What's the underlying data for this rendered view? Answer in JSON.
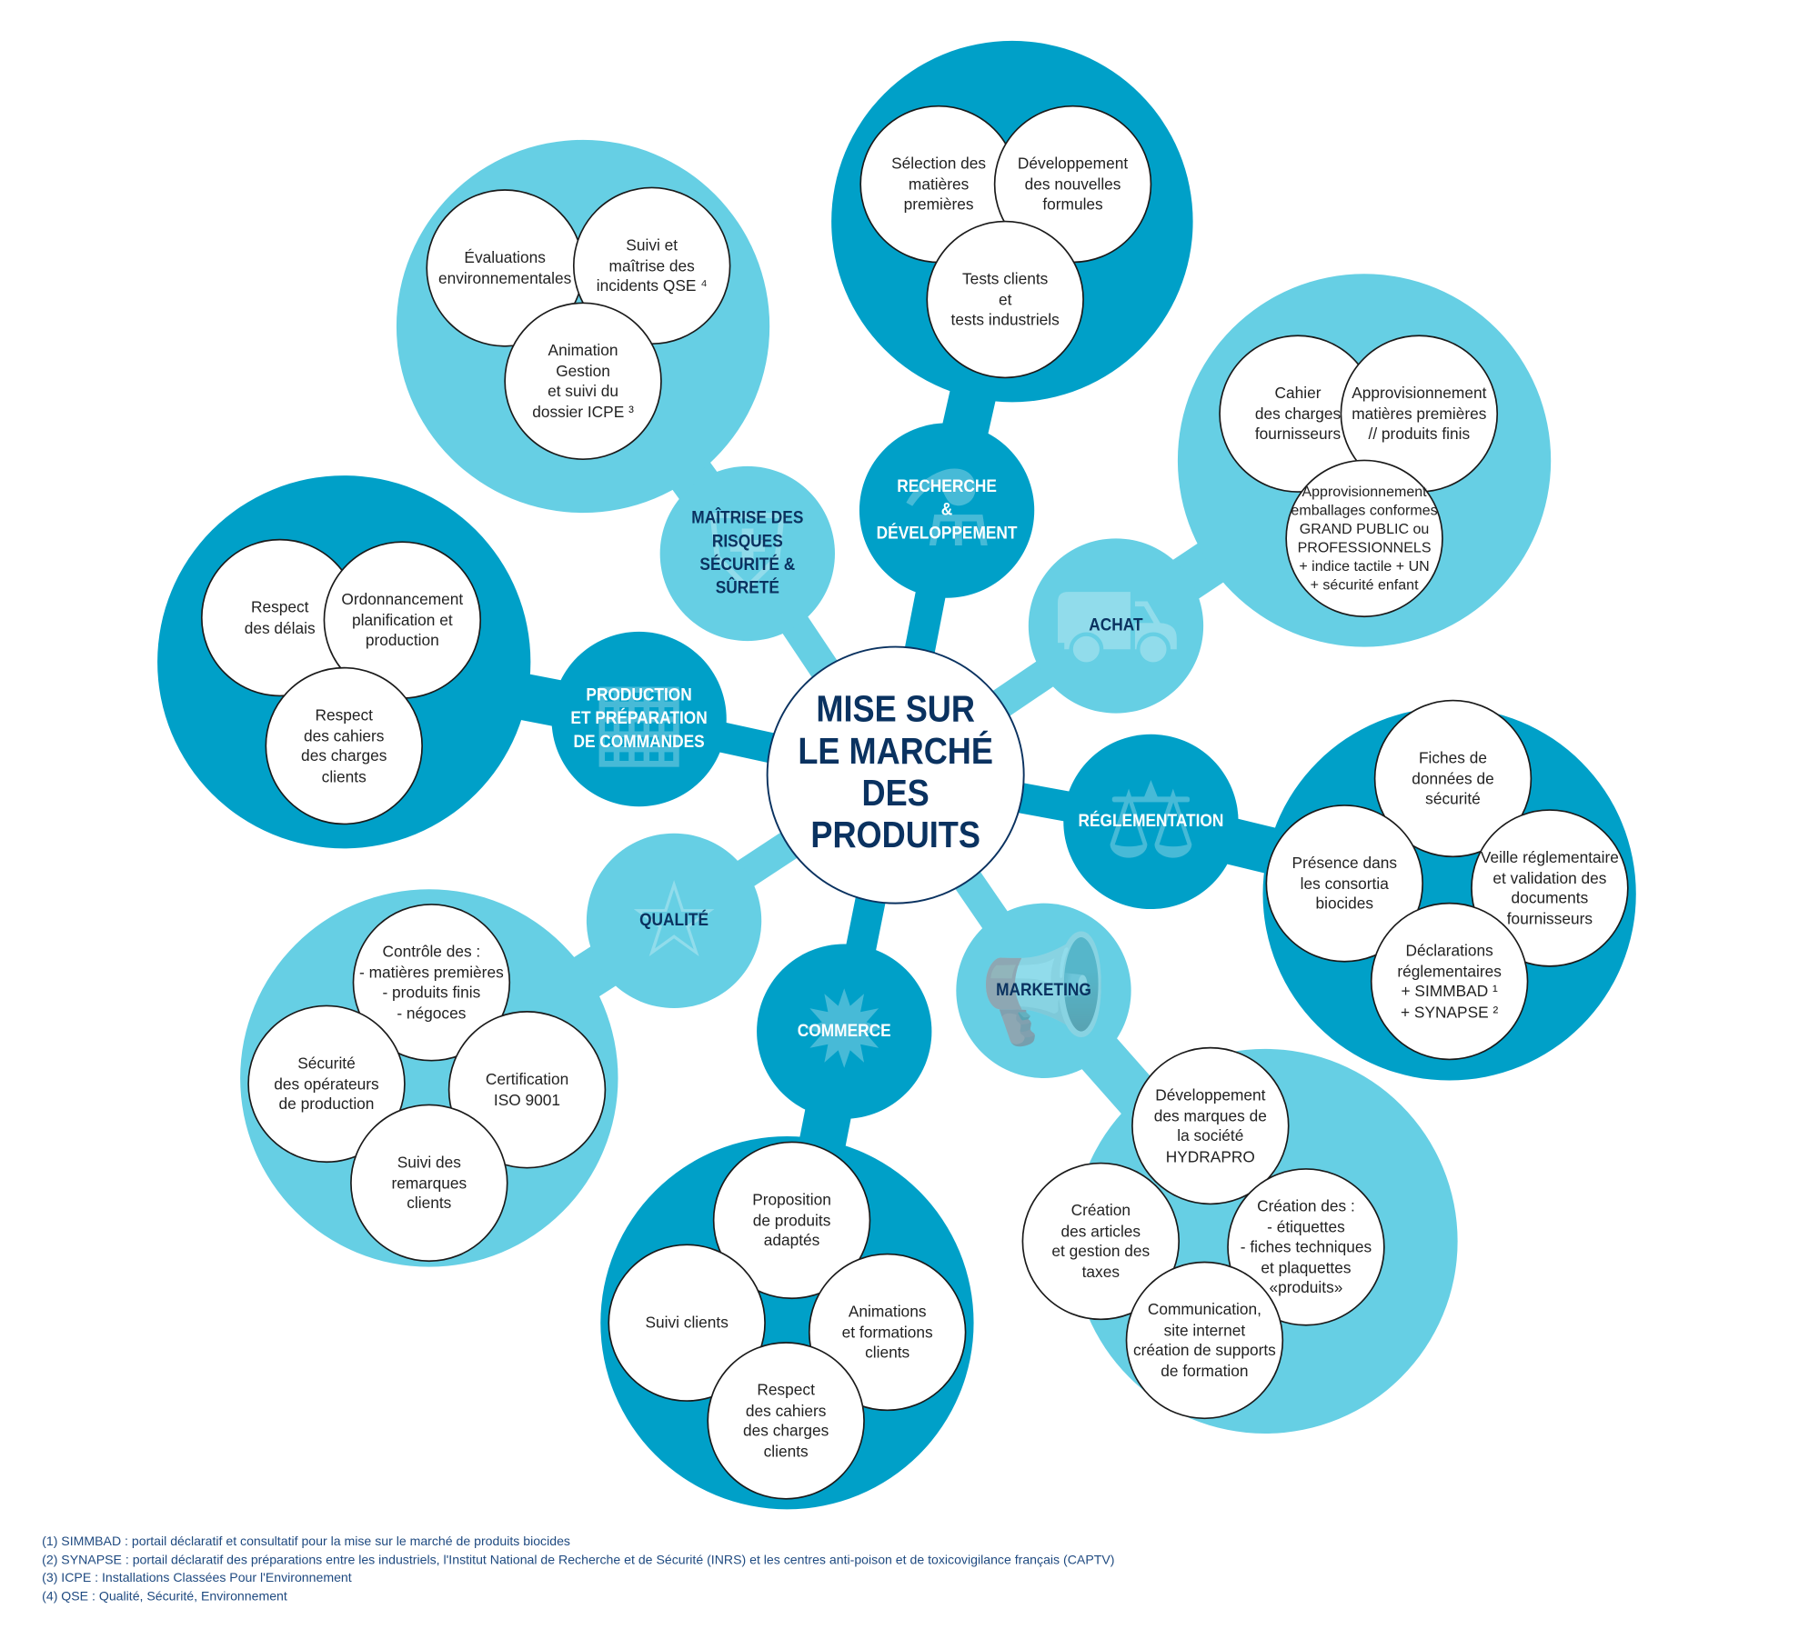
{
  "center": {
    "title": "MISE SUR\nLE MARCHÉ\nDES PRODUITS"
  },
  "colors": {
    "dark": "#00a0c8",
    "light": "#66cfe4",
    "navy": "#0a3260"
  },
  "branches": [
    {
      "id": "maitrise",
      "label": "MAÎTRISE DES\nRISQUES\nSÉCURITÉ & SÛRETÉ",
      "tone": "light",
      "icon": "shield-icon",
      "items": [
        "Évaluations\nenvironnementales",
        "Suivi et\nmaîtrise des\nincidents QSE ⁴",
        "Animation\nGestion\net suivi du\ndossier ICPE ³"
      ]
    },
    {
      "id": "recherche",
      "label": "RECHERCHE\n&\nDÉVELOPPEMENT",
      "tone": "dark",
      "icon": "flask-icon",
      "items": [
        "Sélection des\nmatières\npremières",
        "Développement\ndes nouvelles\nformules",
        "Tests clients\net\ntests industriels"
      ]
    },
    {
      "id": "achat",
      "label": "ACHAT",
      "tone": "light",
      "icon": "cart-icon",
      "items": [
        "Cahier\ndes charges\nfournisseurs",
        "Approvisionnement\nmatières premières\n// produits finis",
        "Approvisionnement\nemballages conformes\nGRAND PUBLIC ou\nPROFESSIONNELS\n+ indice tactile + UN\n+ sécurité enfant"
      ]
    },
    {
      "id": "reglementation",
      "label": "RÉGLEMENTATION",
      "tone": "dark",
      "icon": "scales-icon",
      "items": [
        "Fiches de\ndonnées de\nsécurité",
        "Présence dans\nles consortia\nbiocides",
        "Veille réglementaire\net validation des\ndocuments\nfournisseurs",
        "Déclarations\nréglementaires\n+ SIMMBAD ¹\n+ SYNAPSE ²"
      ]
    },
    {
      "id": "marketing",
      "label": "MARKETING",
      "tone": "light",
      "icon": "megaphone-icon",
      "items": [
        "Développement\ndes marques de\nla société\nHYDRAPRO",
        "Création\ndes articles\net gestion des\ntaxes",
        "Création des :\n- étiquettes\n- fiches techniques\net plaquettes\n«produits»",
        "Communication,\nsite internet\ncréation de supports\nde formation"
      ]
    },
    {
      "id": "commerce",
      "label": "COMMERCE",
      "tone": "dark",
      "icon": "percent-badge-icon",
      "items": [
        "Proposition\nde produits\nadaptés",
        "Suivi clients",
        "Animations\net formations\nclients",
        "Respect\ndes cahiers\ndes charges\nclients"
      ]
    },
    {
      "id": "qualite",
      "label": "QUALITÉ",
      "tone": "light",
      "icon": "star-icon",
      "items": [
        "Contrôle des :\n- matières premières\n- produits finis\n- négoces",
        "Sécurité\ndes opérateurs\nde production",
        "Certification\nISO 9001",
        "Suivi des\nremarques\nclients"
      ]
    },
    {
      "id": "production",
      "label": "PRODUCTION\nET PRÉPARATION\nDE COMMANDES",
      "tone": "dark",
      "icon": "boxes-icon",
      "items": [
        "Respect\ndes délais",
        "Ordonnancement\nplanification et\nproduction",
        "Respect\ndes cahiers\ndes charges\nclients"
      ]
    }
  ],
  "footnotes": [
    "(1) SIMMBAD : portail déclaratif et consultatif pour la mise sur le marché de produits biocides",
    "(2) SYNAPSE : portail déclaratif des préparations entre les industriels, l'Institut National de Recherche et de Sécurité (INRS) et les centres anti-poison et de toxicovigilance français (CAPTV)",
    "(3) ICPE : Installations Classées Pour l'Environnement",
    "(4) QSE : Qualité, Sécurité, Environnement"
  ]
}
